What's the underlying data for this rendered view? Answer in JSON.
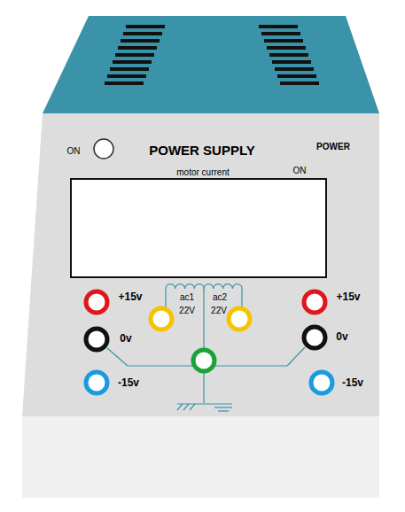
{
  "diagram": {
    "title": "POWER SUPPLY",
    "labels": [
      "ON",
      "POWER",
      "motor current",
      "ON",
      "+15v",
      "0v",
      "-15v",
      "ac1",
      "22V",
      "ac2",
      "22V",
      "+15v",
      "0v",
      "-15v"
    ]
  }
}
